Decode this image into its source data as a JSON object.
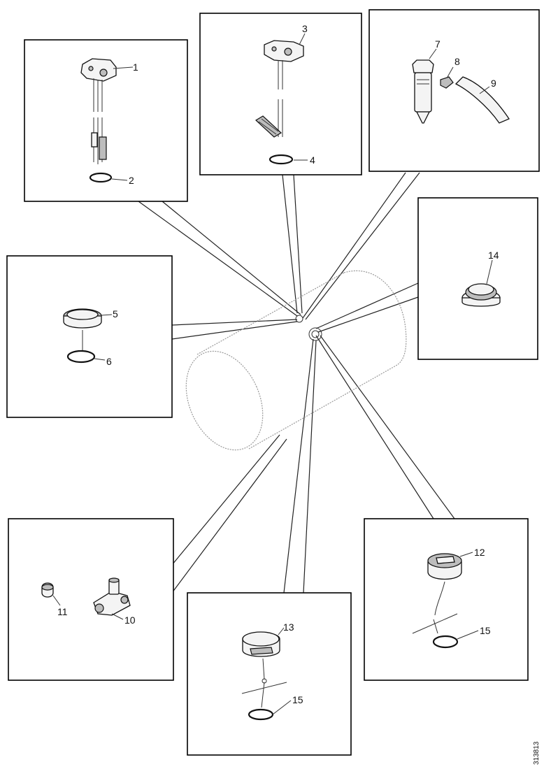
{
  "figure": {
    "document_code": "313813"
  },
  "callouts": {
    "c1": "1",
    "c2": "2",
    "c3": "3",
    "c4": "4",
    "c5": "5",
    "c6": "6",
    "c7": "7",
    "c8": "8",
    "c9": "9",
    "c10": "10",
    "c11": "11",
    "c12": "12",
    "c13": "13",
    "c14": "14",
    "c15a": "15",
    "c15b": "15"
  }
}
